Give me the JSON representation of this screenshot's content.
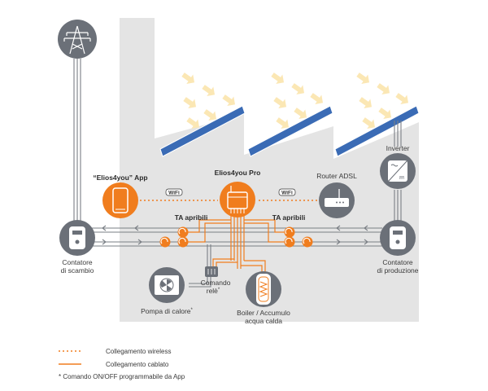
{
  "labels": {
    "app": "“Elios4you” App",
    "pro": "Elios4you Pro",
    "router": "Router ADSL",
    "inverter": "Inverter",
    "ta_left": "TA apribili",
    "ta_right": "TA apribili",
    "contatore_scambio_1": "Contatore",
    "contatore_scambio_2": "di scambio",
    "contatore_prod_1": "Contatore",
    "contatore_prod_2": "di produzione",
    "pompa": "Pompa di calore",
    "pompa_mark": "*",
    "comando_1": "Comando",
    "comando_2": "relè",
    "comando_mark": "*",
    "boiler_1": "Boiler / Accumulo",
    "boiler_2": "acqua calda",
    "wifi": "WiFi"
  },
  "legend": {
    "wireless": "Collegamento wireless",
    "wired": "Collegamento cablato",
    "note": "* Comando ON/OFF programmabile da App"
  },
  "colors": {
    "orange": "#f07d1e",
    "building": "#e4e4e4",
    "panel": "#3a6bb5",
    "sun": "#fbe7b4",
    "node": "#6b7078",
    "line": "#7a7f85"
  },
  "icons": {
    "grid": "power-pylon-icon",
    "app": "smartphone-icon",
    "pro": "elios-device-icon",
    "router": "router-icon",
    "inverter": "inverter-icon",
    "meter": "meter-icon",
    "heat_pump": "fan-icon",
    "boiler": "boiler-icon",
    "clamp": "current-clamp-icon"
  }
}
